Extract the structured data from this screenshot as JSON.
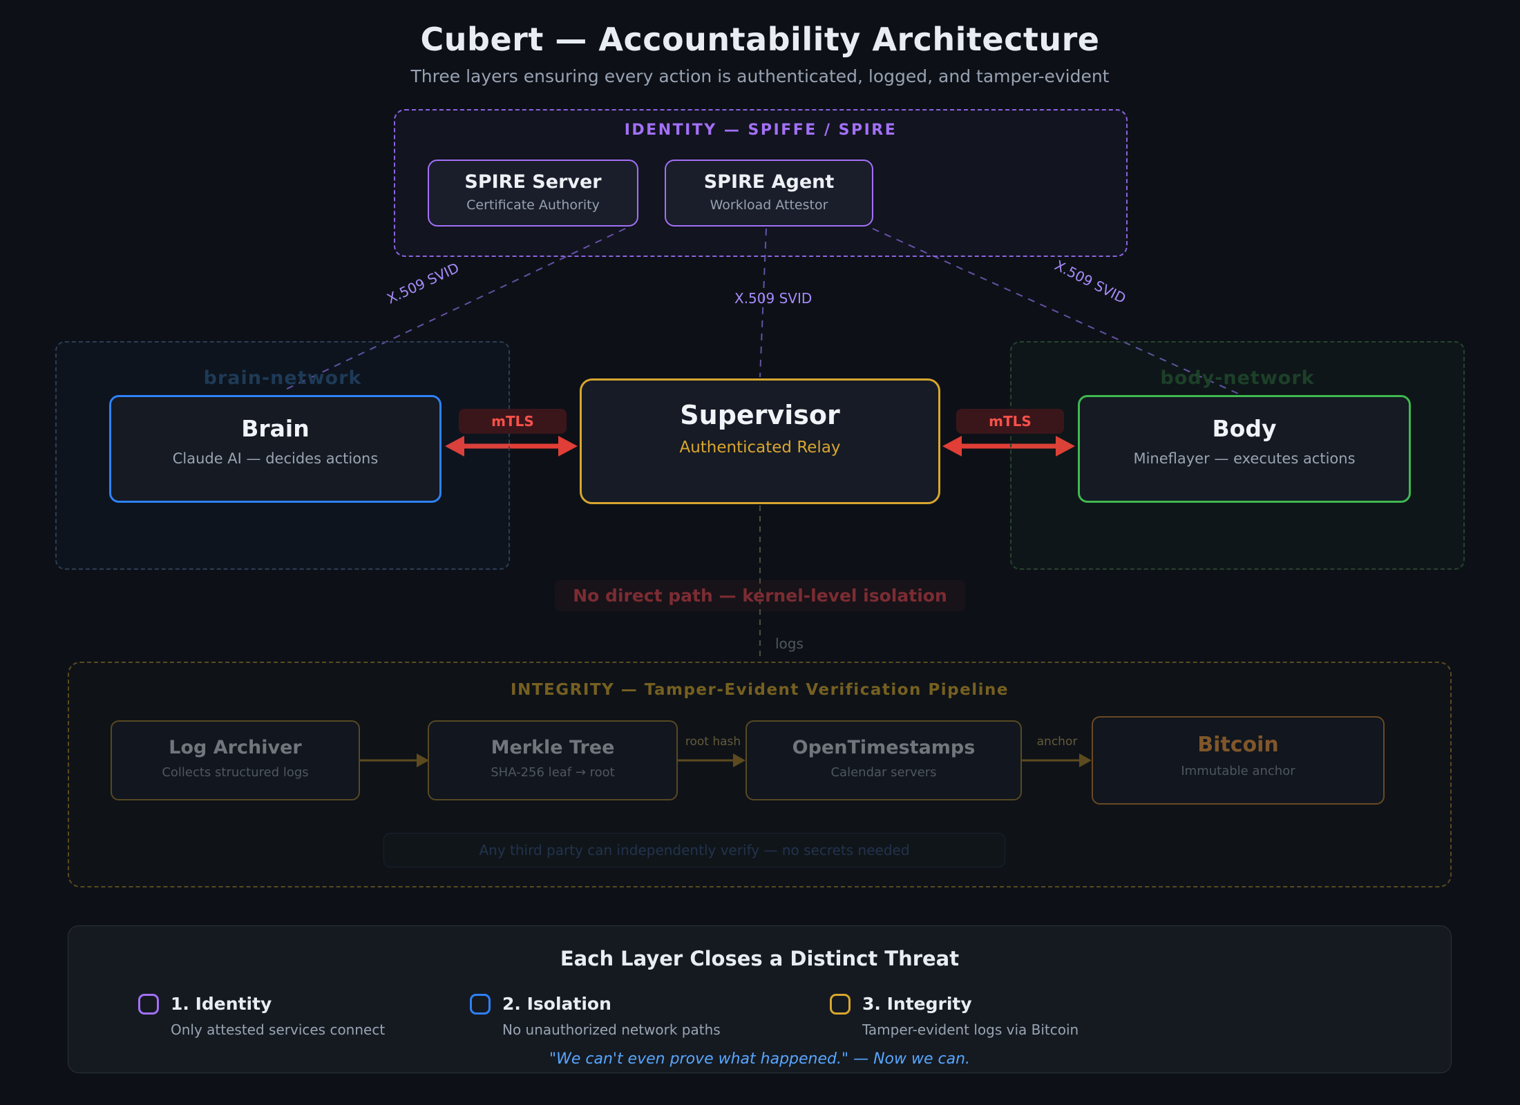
{
  "header": {
    "title": "Cubert — Accountability Architecture",
    "subtitle": "Three layers ensuring every action is authenticated, logged, and tamper-evident"
  },
  "identity": {
    "heading": "IDENTITY — SPIFFE / SPIRE",
    "server_title": "SPIRE Server",
    "server_subtitle": "Certificate Authority",
    "agent_title": "SPIRE Agent",
    "agent_subtitle": "Workload Attestor"
  },
  "svid_labels": {
    "left": "X.509 SVID",
    "center": "X.509 SVID",
    "right": "X.509 SVID"
  },
  "networks": {
    "brain": "brain-network",
    "body": "body-network"
  },
  "nodes": {
    "brain_title": "Brain",
    "brain_subtitle": "Claude AI — decides actions",
    "supervisor_title": "Supervisor",
    "supervisor_subtitle": "Authenticated Relay",
    "body_title": "Body",
    "body_subtitle": "Mineflayer — executes actions"
  },
  "links": {
    "mtls_left": "mTLS",
    "mtls_right": "mTLS",
    "isolation_note": "No direct path — kernel-level isolation",
    "logs": "logs"
  },
  "integrity": {
    "heading": "INTEGRITY — Tamper-Evident Verification Pipeline",
    "stages": [
      {
        "title": "Log Archiver",
        "subtitle": "Collects structured logs"
      },
      {
        "title": "Merkle Tree",
        "subtitle": "SHA-256 leaf → root"
      },
      {
        "title": "OpenTimestamps",
        "subtitle": "Calendar servers"
      },
      {
        "title": "Bitcoin",
        "subtitle": "Immutable anchor"
      }
    ],
    "arrow_labels": {
      "root_hash": "root hash",
      "anchor": "anchor"
    },
    "note": "Any third party can independently verify — no secrets needed"
  },
  "threats": {
    "title": "Each Layer Closes a Distinct Threat",
    "items": [
      {
        "label": "1. Identity",
        "desc": "Only attested services connect",
        "color": "#a371f7"
      },
      {
        "label": "2. Isolation",
        "desc": "No unauthorized network paths",
        "color": "#2f81f7"
      },
      {
        "label": "3. Integrity",
        "desc": "Tamper-evident logs via Bitcoin",
        "color": "#d9a62e"
      }
    ],
    "quote": "\"We can't even prove what happened.\" — Now we can."
  },
  "colors": {
    "background": "#0d1117",
    "purple": "#a371f7",
    "blue": "#2f81f7",
    "gold": "#d9a62e",
    "green": "#3fb950",
    "red": "#f85149",
    "quote_blue": "#58a6ff",
    "bitcoin_orange": "#e8963c",
    "isolation_red": "#7c2c33"
  }
}
